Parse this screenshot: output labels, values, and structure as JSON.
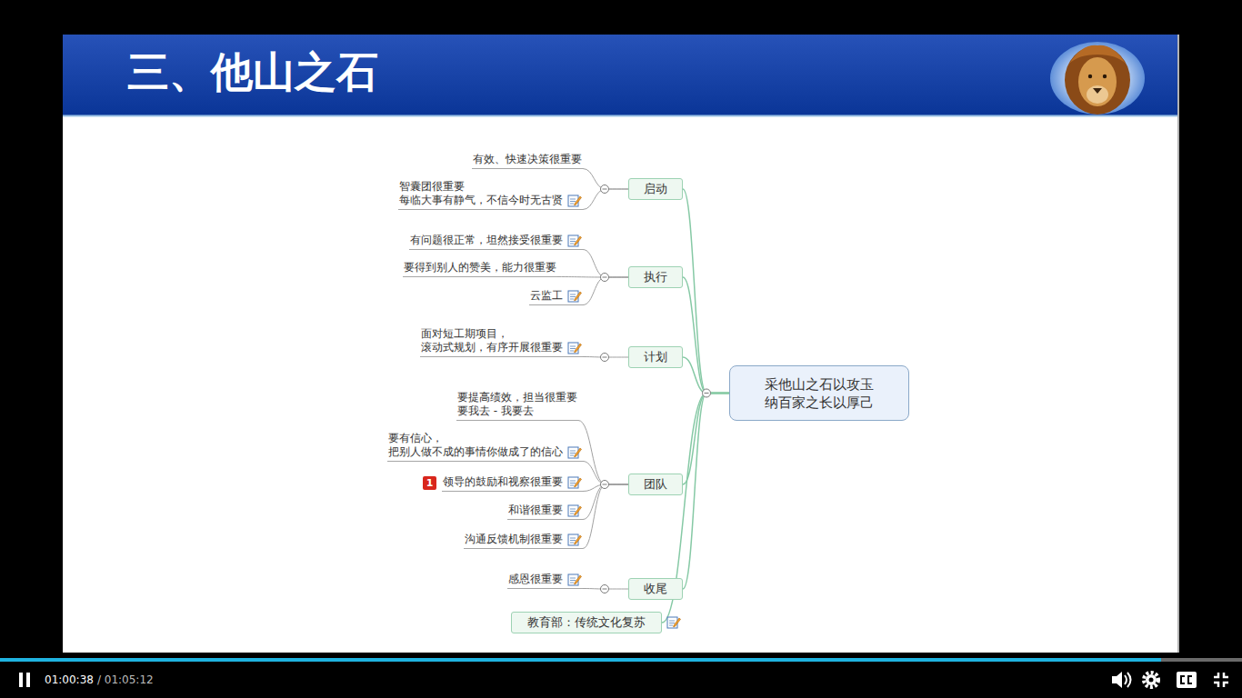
{
  "diagram": {
    "title": "三、他山之石",
    "nodes": [
      {
        "text": [
          "采他山之石以攻玉 纳百家之长以厚己"
        ]
      },
      {
        "text": [
          "启动"
        ]
      },
      {
        "text": [
          "有效、快速决策很重要"
        ]
      },
      {
        "text": [
          "智囊团很重要 每临大事有静气，不信今时无古贤"
        ]
      },
      {
        "text": [
          "执行"
        ]
      },
      {
        "text": [
          "有问题很正常，坦然接受很重要"
        ]
      },
      {
        "text": [
          "要得到别人的赞美，能力很重要"
        ]
      },
      {
        "text": [
          "云监工"
        ]
      },
      {
        "text": [
          "计划"
        ]
      },
      {
        "text": [
          "面对短工期项目， 滚动式规划，有序开展很重要"
        ]
      },
      {
        "text": [
          "团队"
        ]
      },
      {
        "text": [
          "要提高绩效，担当很重要 要我去 - 我要去"
        ]
      },
      {
        "text": [
          "要有信心， 把别人做不成的事情你做成了的信心"
        ]
      },
      {
        "text": [
          "领导的鼓励和视察很重要"
        ]
      },
      {
        "text": [
          "和谐很重要"
        ]
      },
      {
        "text": [
          "沟通反馈机制很重要"
        ]
      },
      {
        "text": [
          "收尾"
        ]
      },
      {
        "text": [
          "感恩很重要"
        ]
      },
      {
        "text": [
          "教育部：传统文化复苏"
        ]
      }
    ],
    "edges": [
      {
        "from": 0,
        "to": 1,
        "arrow": "none"
      },
      {
        "from": 1,
        "to": 2,
        "arrow": "none"
      },
      {
        "from": 1,
        "to": 3,
        "arrow": "none"
      },
      {
        "from": 0,
        "to": 4,
        "arrow": "none"
      },
      {
        "from": 4,
        "to": 5,
        "arrow": "none"
      },
      {
        "from": 4,
        "to": 6,
        "arrow": "none"
      },
      {
        "from": 4,
        "to": 7,
        "arrow": "none"
      },
      {
        "from": 0,
        "to": 8,
        "arrow": "none"
      },
      {
        "from": 8,
        "to": 9,
        "arrow": "none"
      },
      {
        "from": 0,
        "to": 10,
        "arrow": "none"
      },
      {
        "from": 10,
        "to": 11,
        "arrow": "none"
      },
      {
        "from": 10,
        "to": 12,
        "arrow": "none"
      },
      {
        "from": 10,
        "to": 13,
        "arrow": "none"
      },
      {
        "from": 10,
        "to": 14,
        "arrow": "none"
      },
      {
        "from": 10,
        "to": 15,
        "arrow": "none"
      },
      {
        "from": 0,
        "to": 16,
        "arrow": "none"
      },
      {
        "from": 16,
        "to": 17,
        "arrow": "none"
      },
      {
        "from": 0,
        "to": 18,
        "arrow": "none"
      }
    ],
    "labels": [
      "1",
      "01:00:38",
      "/ 01:05:12"
    ]
  }
}
